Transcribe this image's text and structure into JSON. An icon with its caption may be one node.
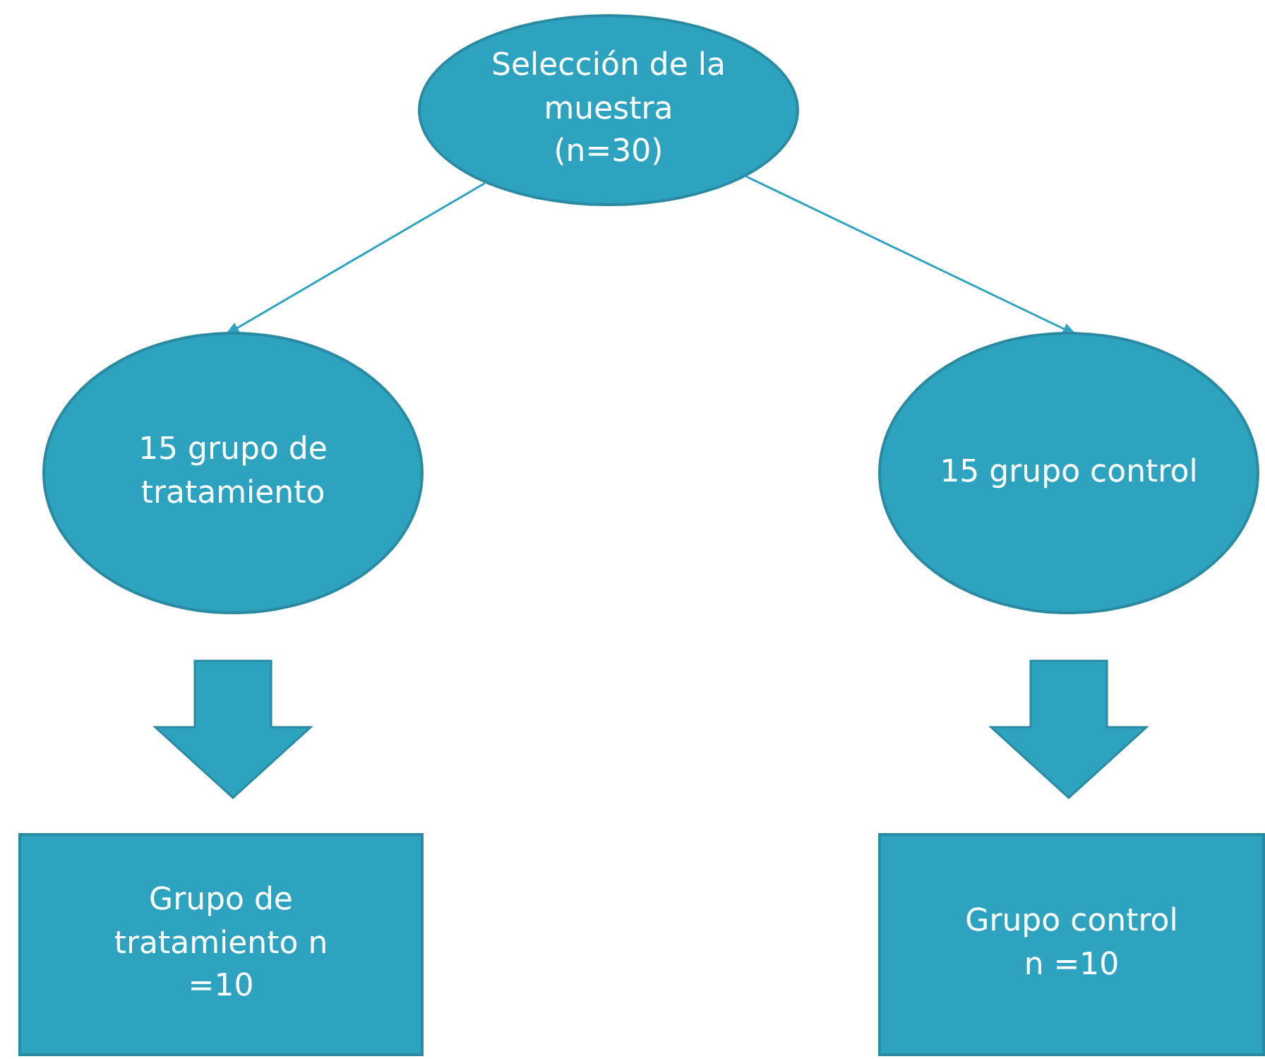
{
  "diagram": {
    "nodes": [
      {
        "text": [
          "Selección de la muestra (n=30)"
        ]
      },
      {
        "text": [
          "15 grupo de tratamiento"
        ]
      },
      {
        "text": [
          "15 grupo control"
        ]
      },
      {
        "text": [
          "Grupo de tratamiento n =10"
        ]
      },
      {
        "text": [
          "Grupo control n =10"
        ]
      }
    ],
    "edges": [
      {
        "from": 0,
        "to": 1,
        "arrow": "to"
      },
      {
        "from": 0,
        "to": 2,
        "arrow": "to"
      },
      {
        "from": 1,
        "to": 3,
        "arrow": "to",
        "style": "thick"
      },
      {
        "from": 2,
        "to": 4,
        "arrow": "to",
        "style": "thick"
      }
    ]
  }
}
